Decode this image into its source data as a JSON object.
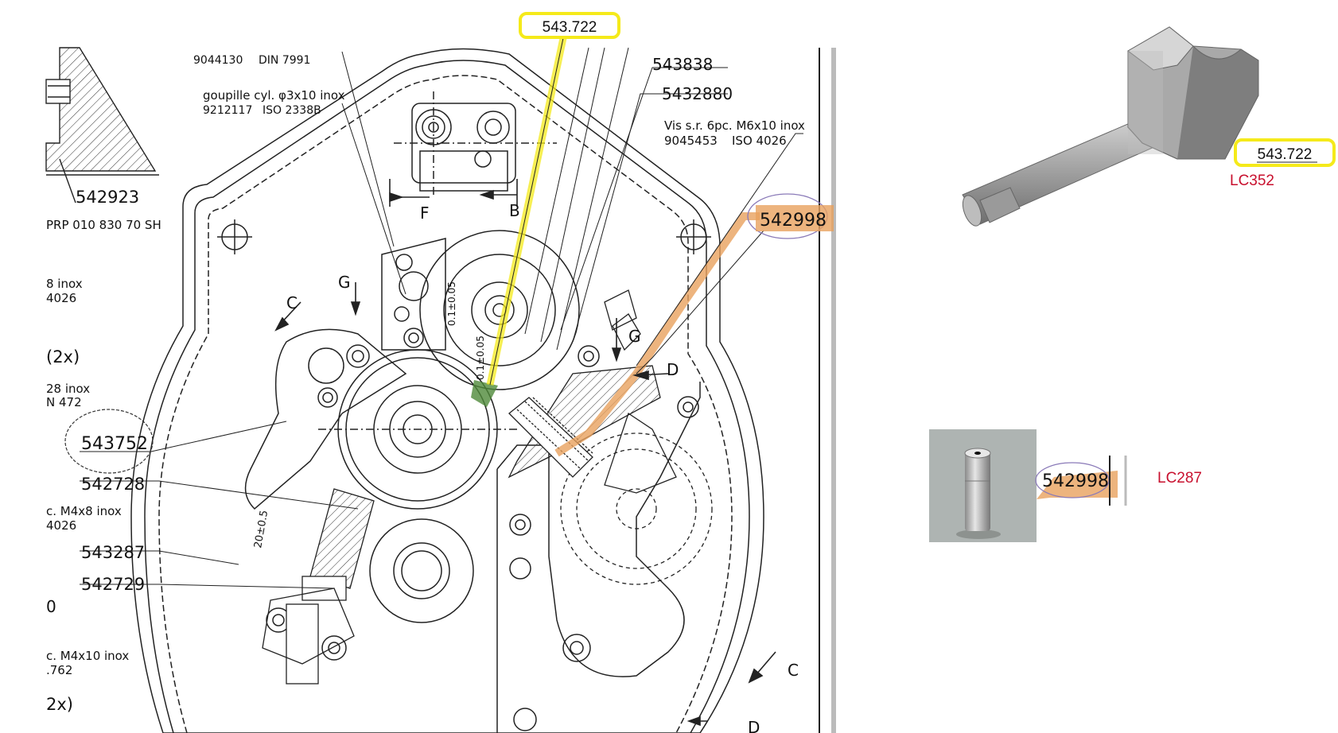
{
  "callouts": {
    "top_ref": "543.722",
    "part_543838": "543838",
    "part_5432880": "5432880",
    "screw_desc": "Vis s.r. 6pc. M6x10 inox",
    "screw_ref": "9045453",
    "screw_std": "ISO 4026",
    "highlight_542998": "542998",
    "top_left_ref": "9044130",
    "top_left_std": "DIN 7991",
    "pin_desc": "goupille cyl. φ3x10  inox",
    "pin_ref": "9212117",
    "pin_std": "ISO 2338B",
    "part_542923": "542923",
    "prp": "PRP 010 830 70 SH",
    "frag_inox": "8 inox",
    "frag_4026a": "4026",
    "frag_2x_a": "(2x)",
    "frag_28inox": "28 inox",
    "frag_n472": "N 472",
    "part_543752": "543752",
    "part_542728": "542728",
    "frag_m4x8": "c. M4x8 inox",
    "frag_4026b": "4026",
    "part_543287": "543287",
    "part_542729": "542729",
    "frag_m4x10": "c. M4x10 inox",
    "frag_762": ".762",
    "frag_2x_b": "2x)",
    "frag_0": "0",
    "dim_01a": "0.1±0.05",
    "dim_01b": "0.1±0.05",
    "dim_20": "20±0.5"
  },
  "section_letters": {
    "f": "F",
    "b": "B",
    "g1": "G",
    "g2": "G",
    "c1": "C",
    "c2": "C",
    "d1": "D",
    "d2": "D"
  },
  "part_views": {
    "shaft_ref": "543.722",
    "shaft_code": "LC352",
    "bushing_ref": "542998",
    "bushing_code": "LC287"
  },
  "colors": {
    "highlight_yellow": "#f5ea1a",
    "highlight_orange": "#e8a15e",
    "code_red": "#c8102e",
    "part_grey": "#a8a8a8"
  }
}
